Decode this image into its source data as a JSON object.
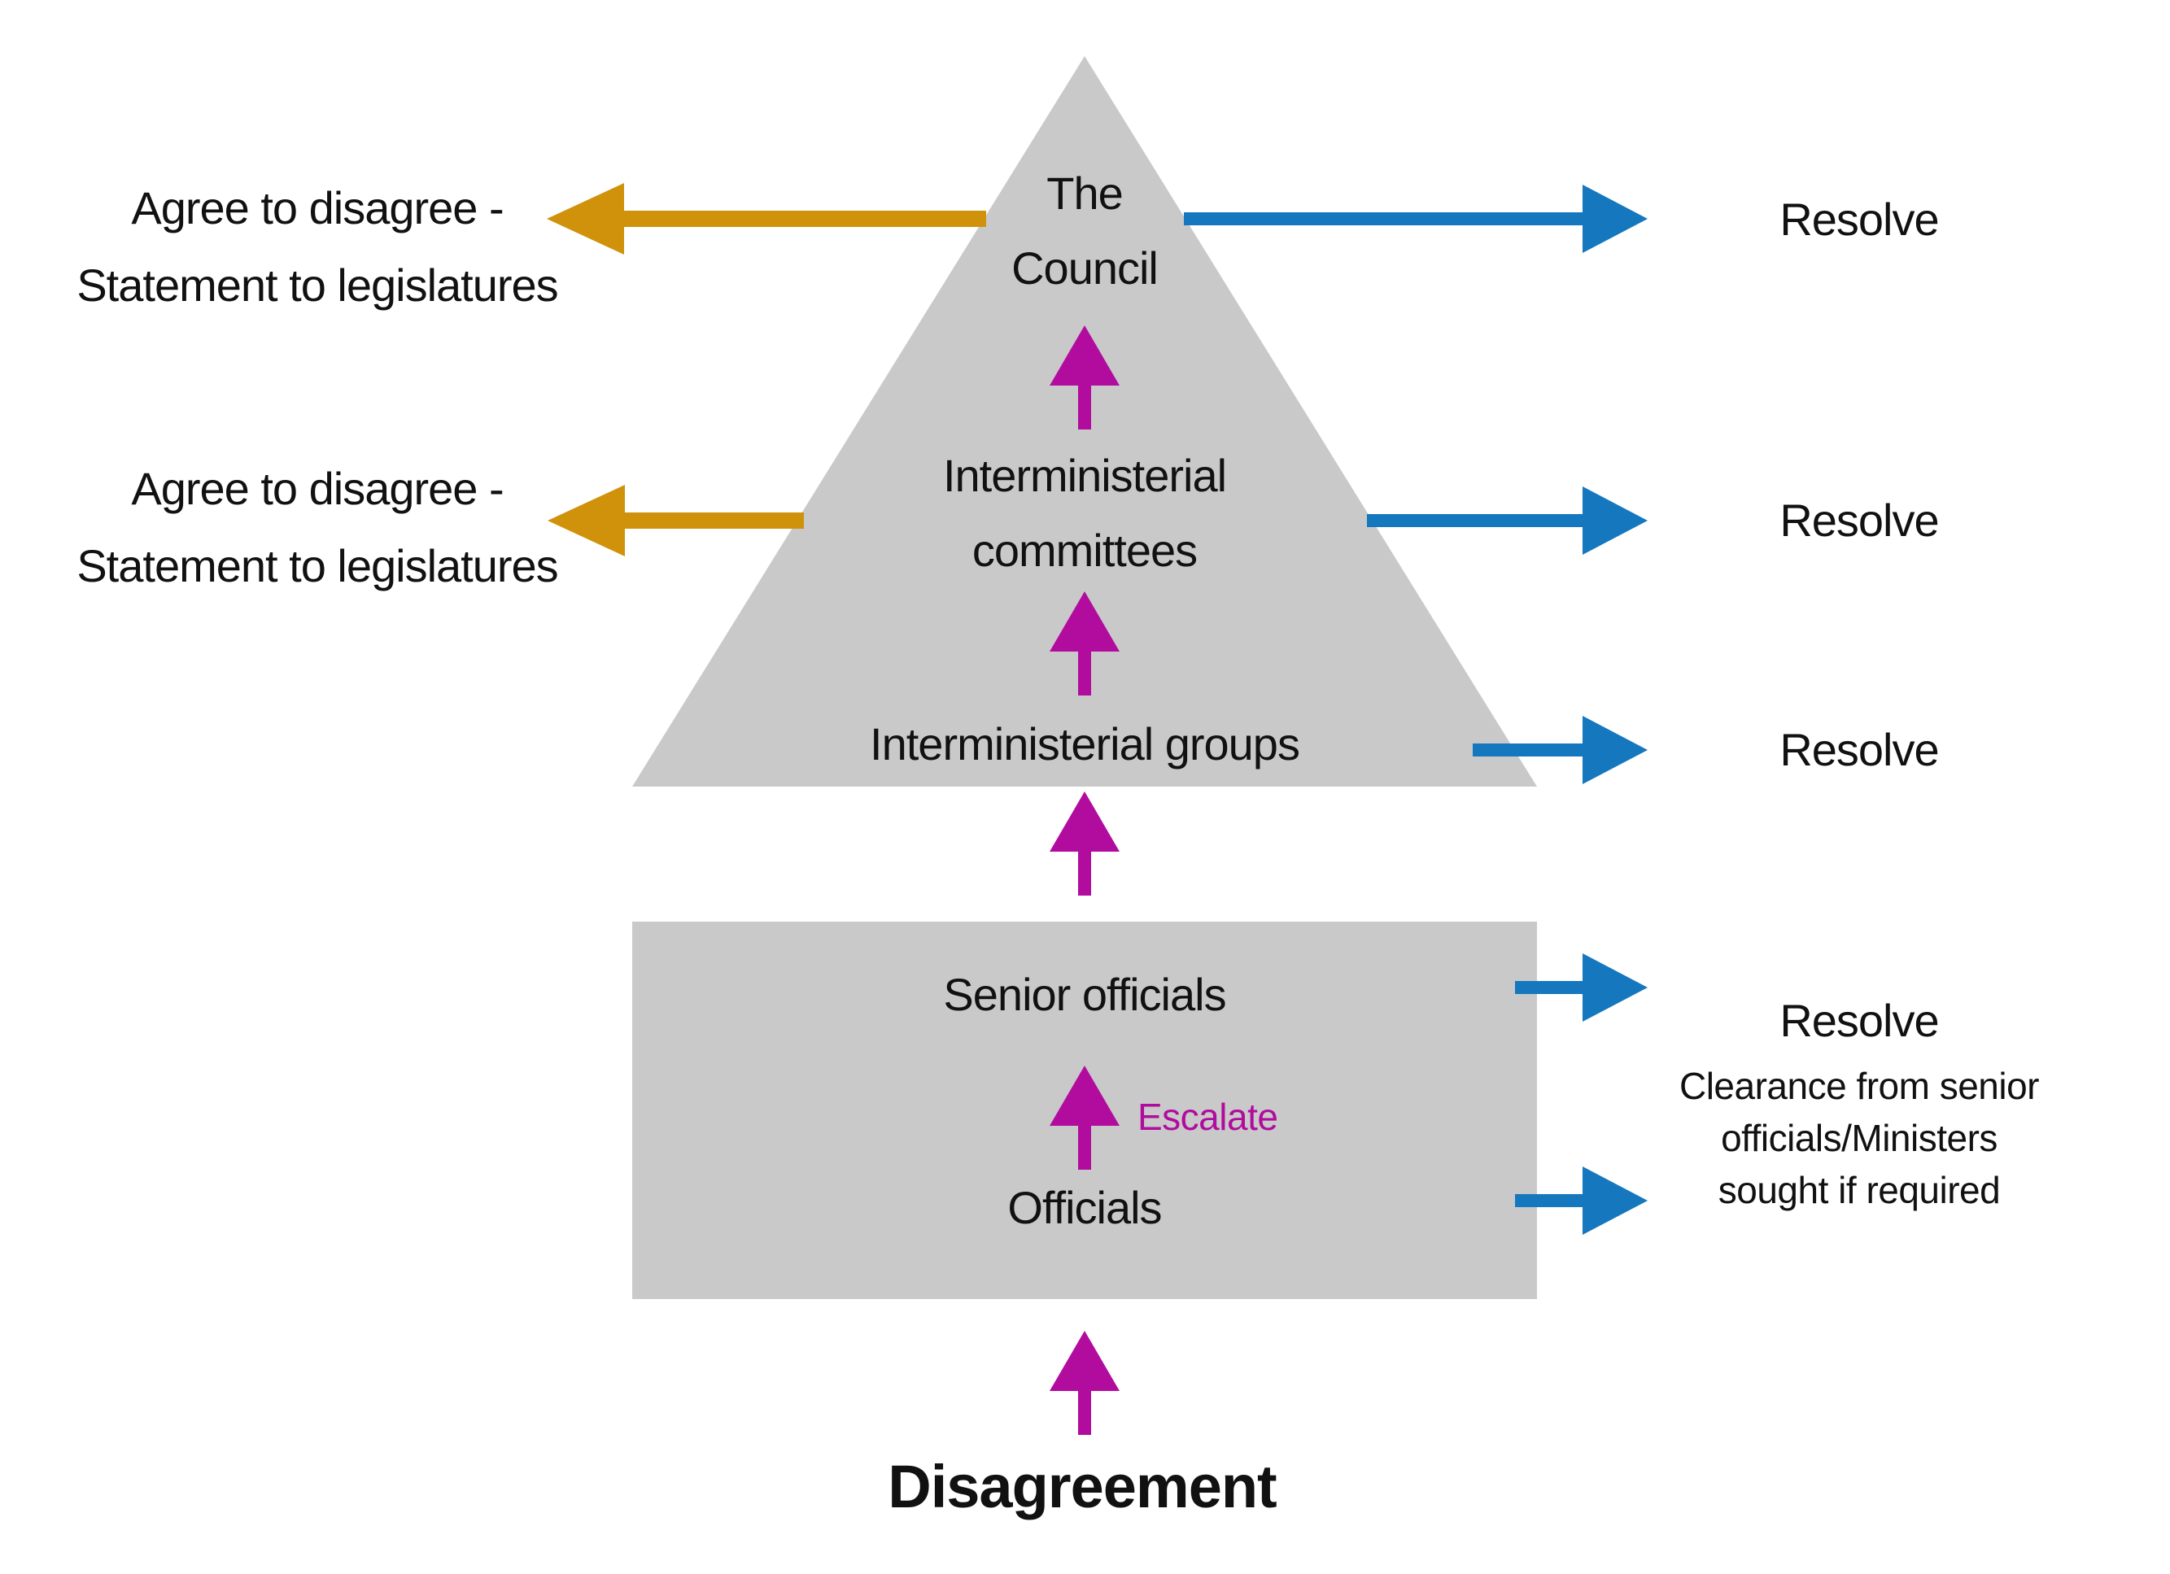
{
  "colors": {
    "gray": "#C9C9CA",
    "magenta": "#B10C9E",
    "blue": "#1577BE",
    "gold": "#D0920B",
    "text": "#111111"
  },
  "pyramid": {
    "levels": [
      {
        "name": "council",
        "lines": [
          "The",
          "Council"
        ]
      },
      {
        "name": "committees",
        "lines": [
          "Interministerial",
          "committees"
        ]
      },
      {
        "name": "groups",
        "lines": [
          "Interministerial groups"
        ]
      }
    ]
  },
  "officials_box": {
    "levels": [
      {
        "label": "Senior officials"
      },
      {
        "label": "Officials"
      }
    ]
  },
  "escalate": {
    "label": "Escalate"
  },
  "start": {
    "label": "Disagreement"
  },
  "left_outcomes": [
    {
      "lines": [
        "Agree to disagree -",
        "Statement to legislatures"
      ]
    },
    {
      "lines": [
        "Agree to disagree -",
        "Statement to legislatures"
      ]
    }
  ],
  "right_outcomes": [
    {
      "label": "Resolve"
    },
    {
      "label": "Resolve"
    },
    {
      "label": "Resolve"
    },
    {
      "label": "Resolve",
      "note_lines": [
        "Clearance from senior",
        "officials/Ministers",
        "sought if required"
      ]
    }
  ]
}
